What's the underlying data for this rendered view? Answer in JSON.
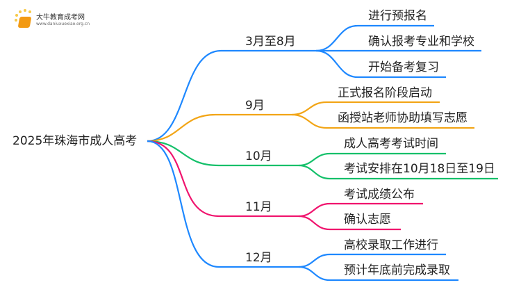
{
  "logo": {
    "title": "大牛教育成考网",
    "url": "www.daniuxuexiao.org.cn"
  },
  "root": "2025年珠海市成人高考",
  "colors": {
    "blue": "#1e88ff",
    "orange": "#f2a516",
    "green": "#14c06a",
    "pink": "#f0146e"
  },
  "branches": [
    {
      "label": "3月至8月",
      "children": [
        "进行预报名",
        "确认报考专业和学校",
        "开始备考复习"
      ]
    },
    {
      "label": "9月",
      "children": [
        "正式报名阶段启动",
        "函授站老师协助填写志愿"
      ]
    },
    {
      "label": "10月",
      "children": [
        "成人高考考试时间",
        "考试安排在10月18日至19日"
      ]
    },
    {
      "label": "11月",
      "children": [
        "考试成绩公布",
        "确认志愿"
      ]
    },
    {
      "label": "12月",
      "children": [
        "高校录取工作进行",
        "预计年底前完成录取"
      ]
    }
  ]
}
